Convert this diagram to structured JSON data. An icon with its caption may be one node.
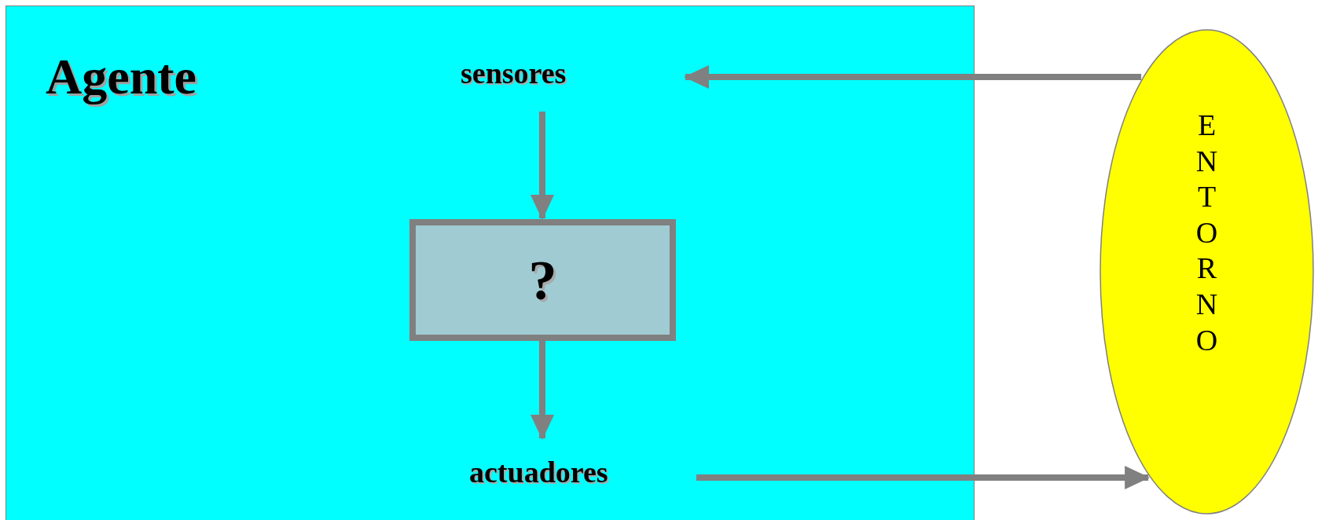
{
  "diagram": {
    "nodes": [
      {
        "text": [
          "Agente"
        ]
      },
      {
        "text": [
          "sensores"
        ],
        "in": 0
      },
      {
        "text": [
          "?"
        ],
        "in": 0
      },
      {
        "text": [
          "actuadores"
        ],
        "in": 0
      },
      {
        "text": [
          "ENTORNO"
        ]
      }
    ],
    "edges": [
      {
        "from": 4,
        "to": 1,
        "arrow": "to"
      },
      {
        "from": 1,
        "to": 2,
        "arrow": "to"
      },
      {
        "from": 2,
        "to": 3,
        "arrow": "to"
      },
      {
        "from": 3,
        "to": 4,
        "arrow": "to"
      }
    ]
  }
}
